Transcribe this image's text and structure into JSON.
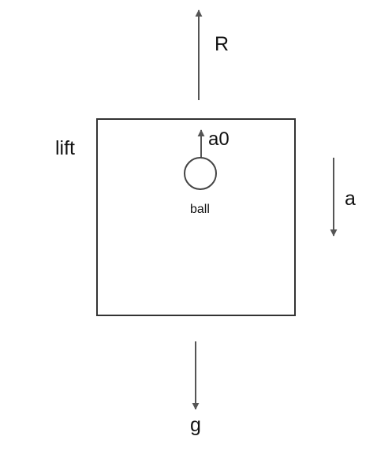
{
  "labels": {
    "force_up": "R",
    "gravity": "g",
    "lift": "lift",
    "ball": "ball",
    "ball_acceleration": "a0",
    "lift_acceleration": "a"
  },
  "colors": {
    "stroke": "#555555",
    "text": "#111111",
    "background": "#ffffff"
  }
}
